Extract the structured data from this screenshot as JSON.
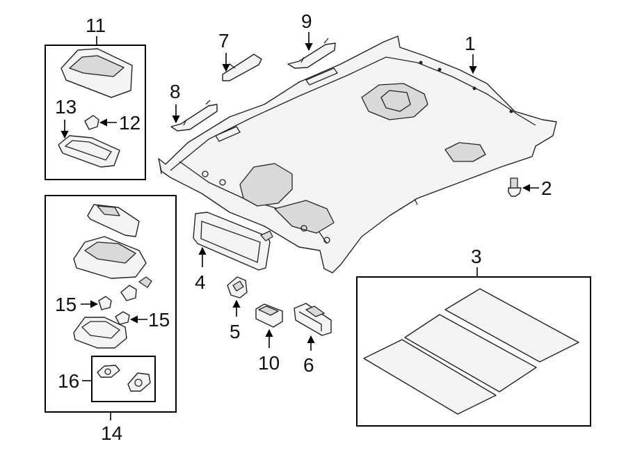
{
  "callouts": {
    "c1": "1",
    "c2": "2",
    "c3": "3",
    "c4": "4",
    "c5": "5",
    "c6": "6",
    "c7": "7",
    "c8": "8",
    "c9": "9",
    "c10": "10",
    "c11": "11",
    "c12": "12",
    "c13": "13",
    "c14": "14",
    "c15a": "15",
    "c15b": "15",
    "c16": "16"
  }
}
